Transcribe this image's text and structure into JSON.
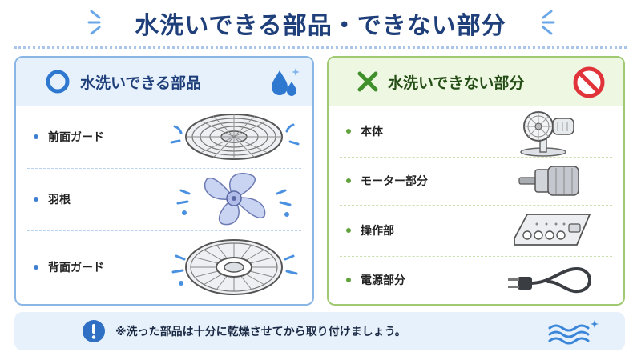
{
  "title": "水洗いできる部品・できない部分",
  "washable": {
    "heading": "水洗いできる部品",
    "items": [
      {
        "label": "前面ガード",
        "icon": "front-guard-icon"
      },
      {
        "label": "羽根",
        "icon": "fan-blade-icon"
      },
      {
        "label": "背面ガード",
        "icon": "rear-guard-icon"
      }
    ]
  },
  "not_washable": {
    "heading": "水洗いできない部分",
    "items": [
      {
        "label": "本体",
        "icon": "fan-body-icon"
      },
      {
        "label": "モーター部分",
        "icon": "motor-icon"
      },
      {
        "label": "操作部",
        "icon": "control-panel-icon"
      },
      {
        "label": "電源部分",
        "icon": "power-plug-icon"
      }
    ]
  },
  "note": "※洗った部品は十分に乾燥させてから取り付けましょう。",
  "colors": {
    "title": "#1f3f7a",
    "washable_border": "#8ab6e6",
    "not_washable_border": "#9fca72",
    "water": "#3b86d8",
    "prohibit": "#e0333a",
    "cross": "#3f8f2a"
  }
}
